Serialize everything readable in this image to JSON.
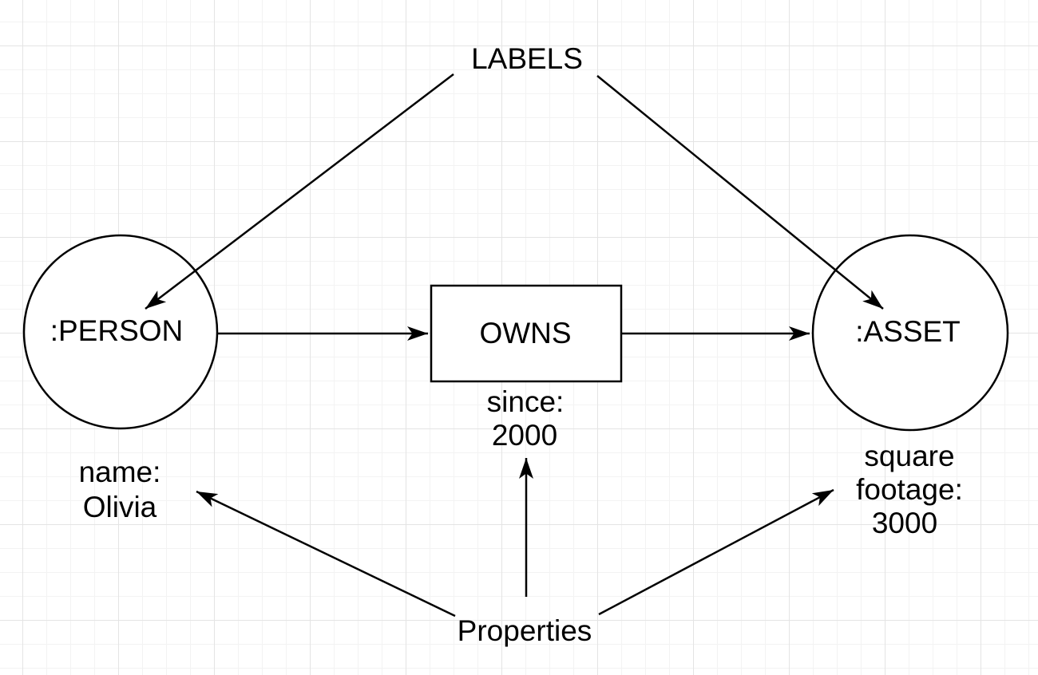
{
  "colors": {
    "stroke": "#000000",
    "shape_fill": "#ffffff",
    "background": "#ffffff",
    "grid_minor": "#f3f3f3",
    "grid_major": "#e4e4e4",
    "text": "#000000"
  },
  "diagram": {
    "annotations": {
      "labels_title": "LABELS",
      "properties_title": "Properties"
    },
    "nodes": {
      "person": {
        "label": ":PERSON",
        "shape": "circle"
      },
      "owns": {
        "label": "OWNS",
        "shape": "rectangle"
      },
      "asset": {
        "label": ":ASSET",
        "shape": "circle"
      }
    },
    "properties": {
      "person": {
        "line1": "name:",
        "line2": "Olivia"
      },
      "owns": {
        "line1": "since:",
        "line2": "2000"
      },
      "asset": {
        "line1": "square",
        "line2": "footage:",
        "line3": "3000"
      }
    }
  }
}
